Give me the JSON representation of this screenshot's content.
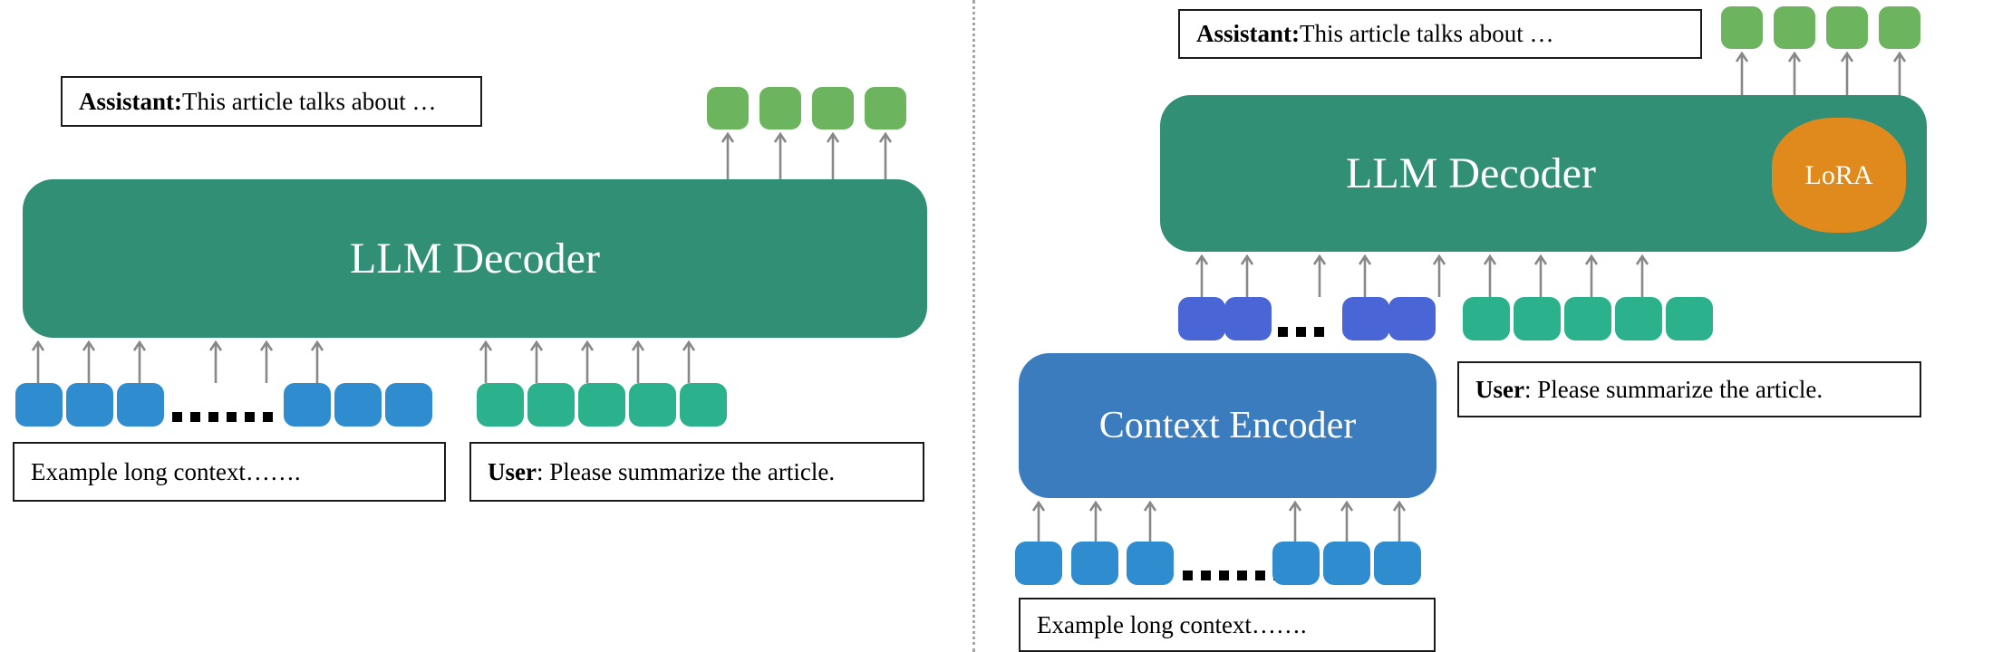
{
  "figure": {
    "panels": [
      {
        "id": "left",
        "name": "standard-llm-decoder-panel",
        "modules": [
          {
            "id": "llm-decoder-left",
            "label": "LLM Decoder",
            "color": "#318f75",
            "shape": "rounded-rect"
          }
        ],
        "boxes": [
          {
            "id": "assistant-box-left",
            "role": "Assistant:",
            "text": " This article talks about …"
          },
          {
            "id": "context-box-left",
            "role": "",
            "text": "Example long context……."
          },
          {
            "id": "user-box-left",
            "role": "User",
            "text": ": Please summarize the article."
          }
        ],
        "token_groups": [
          {
            "id": "output-tokens-left",
            "color": "#6db45f",
            "count": 4,
            "name": "assistant-output-tokens"
          },
          {
            "id": "context-tokens-left-a",
            "color": "#2e8ccf",
            "count": 3,
            "name": "context-input-tokens-head"
          },
          {
            "id": "context-tokens-left-b",
            "color": "#2e8ccf",
            "count": 3,
            "name": "context-input-tokens-tail"
          },
          {
            "id": "user-tokens-left",
            "color": "#2bb18c",
            "count": 5,
            "name": "user-input-tokens"
          }
        ],
        "ellipsis": {
          "dots": 6,
          "label": "……"
        }
      },
      {
        "id": "right",
        "name": "context-encoder-lora-panel",
        "modules": [
          {
            "id": "llm-decoder-right",
            "label": "LLM Decoder",
            "color": "#318f75",
            "shape": "rounded-rect"
          },
          {
            "id": "lora-adapter",
            "label": "LoRA",
            "color": "#e08a1e",
            "shape": "blob"
          },
          {
            "id": "context-encoder",
            "label": "Context Encoder",
            "color": "#3b7cbf",
            "shape": "rounded-rect"
          }
        ],
        "boxes": [
          {
            "id": "assistant-box-right",
            "role": "Assistant:",
            "text": " This article talks about …"
          },
          {
            "id": "user-box-right",
            "role": "User",
            "text": ": Please summarize the article."
          },
          {
            "id": "context-box-right",
            "role": "",
            "text": "Example long context……."
          }
        ],
        "token_groups": [
          {
            "id": "output-tokens-right",
            "color": "#6db45f",
            "count": 4,
            "name": "assistant-output-tokens"
          },
          {
            "id": "compressed-tokens-a",
            "color": "#4a66d6",
            "count": 2,
            "name": "compressed-context-tokens-head"
          },
          {
            "id": "compressed-tokens-b",
            "color": "#4a66d6",
            "count": 2,
            "name": "compressed-context-tokens-tail"
          },
          {
            "id": "user-tokens-right",
            "color": "#2bb18c",
            "count": 5,
            "name": "user-input-tokens"
          },
          {
            "id": "context-tokens-right-a",
            "color": "#2e8ccf",
            "count": 3,
            "name": "context-input-tokens-head"
          },
          {
            "id": "context-tokens-right-b",
            "color": "#2e8ccf",
            "count": 3,
            "name": "context-input-tokens-tail"
          }
        ],
        "ellipsis_top": {
          "dots": 3,
          "label": "…"
        },
        "ellipsis_bottom": {
          "dots": 6,
          "label": "……"
        }
      }
    ],
    "labels": {
      "llm_decoder": "LLM Decoder",
      "context_encoder": "Context Encoder",
      "lora": "LoRA",
      "assistant_role": "Assistant:",
      "assistant_text": " This article talks about …",
      "user_role": "User",
      "user_text": ": Please summarize the article.",
      "example_context": "Example long context……."
    },
    "colors": {
      "decoder_green": "#318f75",
      "encoder_blue": "#3b7cbf",
      "lora_orange": "#e08a1e",
      "token_blue": "#2e8ccf",
      "token_indigo": "#4a66d6",
      "token_teal": "#2bb18c",
      "token_lightgreen": "#6db45f",
      "arrow_gray": "#888888",
      "divider_gray": "#a6a6a6",
      "box_border": "#1a1a1a"
    }
  }
}
